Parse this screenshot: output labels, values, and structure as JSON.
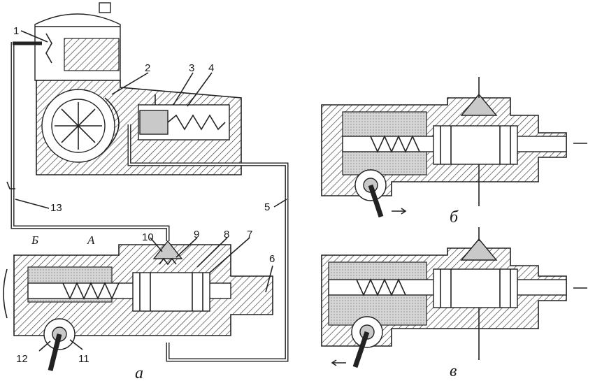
{
  "labels": {
    "n1": "1",
    "n2": "2",
    "n3": "3",
    "n4": "4",
    "n5": "5",
    "n6": "6",
    "n7": "7",
    "n8": "8",
    "n9": "9",
    "n10": "10",
    "n11": "11",
    "n12": "12",
    "n13": "13",
    "chamber_b": "Б",
    "chamber_a": "А"
  },
  "captions": {
    "a": "а",
    "b": "б",
    "v": "в"
  },
  "colors": {
    "ink": "#222222",
    "fill": "#c9c9c9",
    "paper": "#ffffff"
  }
}
